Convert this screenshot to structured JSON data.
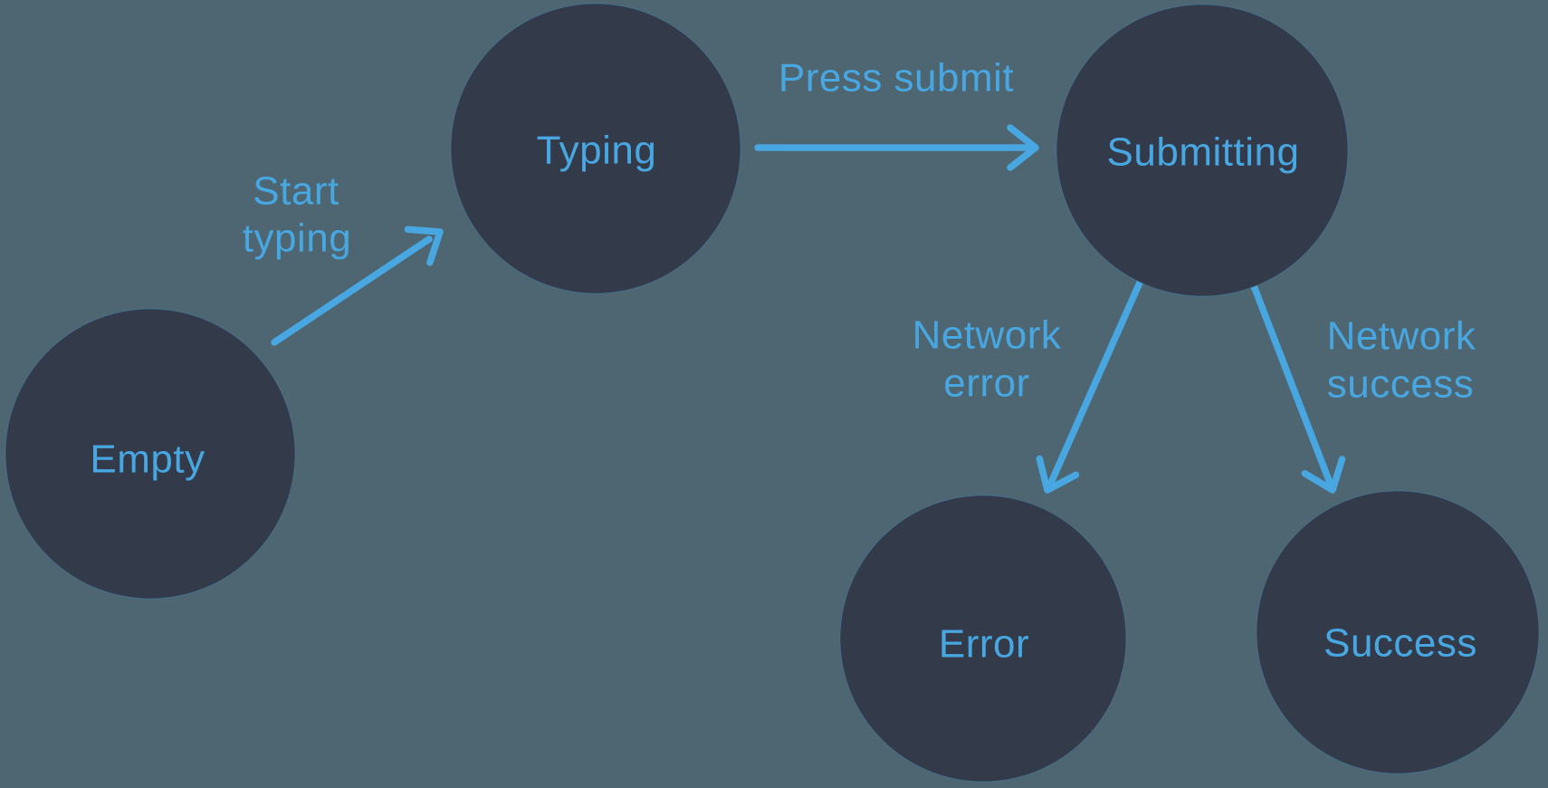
{
  "diagram": {
    "type": "state-machine",
    "colors": {
      "background": "#4D6671",
      "node_fill": "#333B4B",
      "accent": "#48A6E1"
    },
    "states": [
      {
        "id": "empty",
        "label": "Empty"
      },
      {
        "id": "typing",
        "label": "Typing"
      },
      {
        "id": "submitting",
        "label": "Submitting"
      },
      {
        "id": "error",
        "label": "Error"
      },
      {
        "id": "success",
        "label": "Success"
      }
    ],
    "transitions": [
      {
        "id": "start-typing",
        "from": "empty",
        "to": "typing",
        "label": "Start typing",
        "lines": [
          "Start",
          "typing"
        ]
      },
      {
        "id": "press-submit",
        "from": "typing",
        "to": "submitting",
        "label": "Press submit",
        "lines": [
          "Press submit"
        ]
      },
      {
        "id": "network-error",
        "from": "submitting",
        "to": "error",
        "label": "Network error",
        "lines": [
          "Network",
          "error"
        ]
      },
      {
        "id": "network-success",
        "from": "submitting",
        "to": "success",
        "label": "Network success",
        "lines": [
          "Network",
          "success"
        ]
      }
    ]
  }
}
